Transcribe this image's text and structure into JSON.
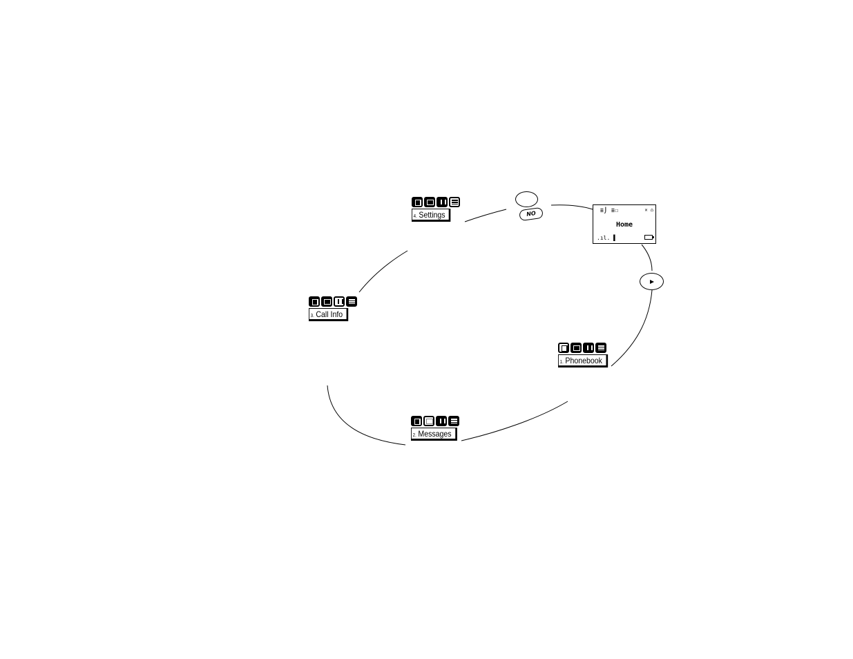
{
  "home_screen": {
    "status_left": "≡⌡ ≡☐",
    "status_right": "✕ ⌂",
    "label": "Home",
    "signal": ".ıl. ▌"
  },
  "end_key": {
    "label": "NO"
  },
  "menus": [
    {
      "id": "phonebook",
      "number": "1.",
      "label": "Phonebook",
      "active": 0
    },
    {
      "id": "messages",
      "number": "2.",
      "label": "Messages",
      "active": 1
    },
    {
      "id": "call-info",
      "number": "3.",
      "label": "Call Info",
      "active": 2
    },
    {
      "id": "settings",
      "number": "4.",
      "label": "Settings",
      "active": 3
    }
  ],
  "icons": [
    "book-icon",
    "envelope-icon",
    "call-info-icon",
    "settings-list-icon"
  ]
}
